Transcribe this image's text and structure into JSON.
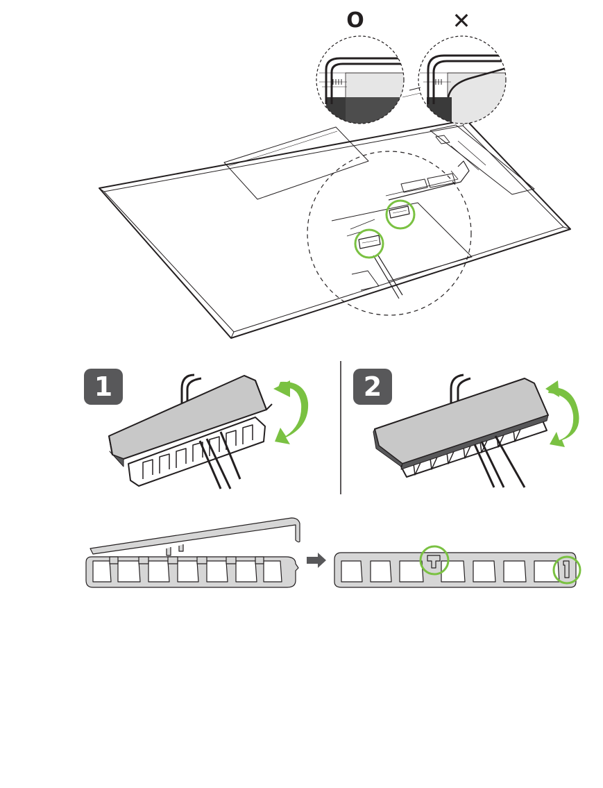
{
  "labels": {
    "correct_mark": "O",
    "incorrect_mark": "✕",
    "step1": "1",
    "step2": "2"
  },
  "colors": {
    "accent_green": "#7ac142",
    "ink": "#231f20",
    "badge_fill": "#58585a",
    "clip_top_fill": "#c8c8c8",
    "clip_profile_fill": "#d6d6d6",
    "zoom_bg": "#e6e6e6",
    "arrow_grey": "#58585a"
  },
  "icons": {
    "rotate_arrow": "curved-arrow-icon",
    "next_arrow": "arrow-right-icon",
    "correct": "circle-mark-icon",
    "incorrect": "x-mark-icon"
  }
}
